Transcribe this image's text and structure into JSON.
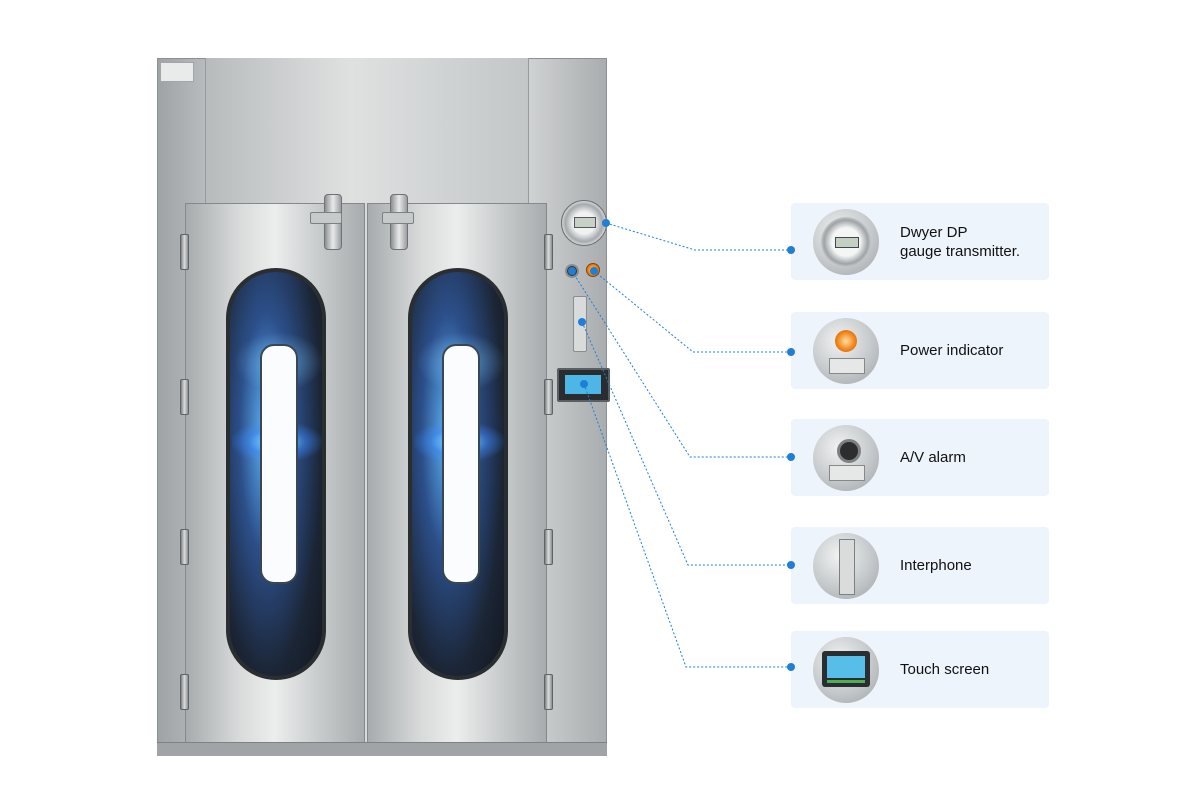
{
  "product": "stainless steel pass box cabinet",
  "callouts": [
    {
      "id": "dp-gauge",
      "label": "Dwyer DP\ngauge transmitter.",
      "icon": "gauge-icon"
    },
    {
      "id": "power-indicator",
      "label": "Power indicator",
      "icon": "power-indicator-icon"
    },
    {
      "id": "av-alarm",
      "label": "A/V alarm",
      "icon": "alarm-icon"
    },
    {
      "id": "interphone",
      "label": "Interphone",
      "icon": "interphone-icon"
    },
    {
      "id": "touch-screen",
      "label": "Touch screen",
      "icon": "touch-screen-icon"
    }
  ],
  "colors": {
    "callout_bg": "#eef4fb",
    "leader_line": "#1f7fd6",
    "steel": "#c9cccd"
  }
}
